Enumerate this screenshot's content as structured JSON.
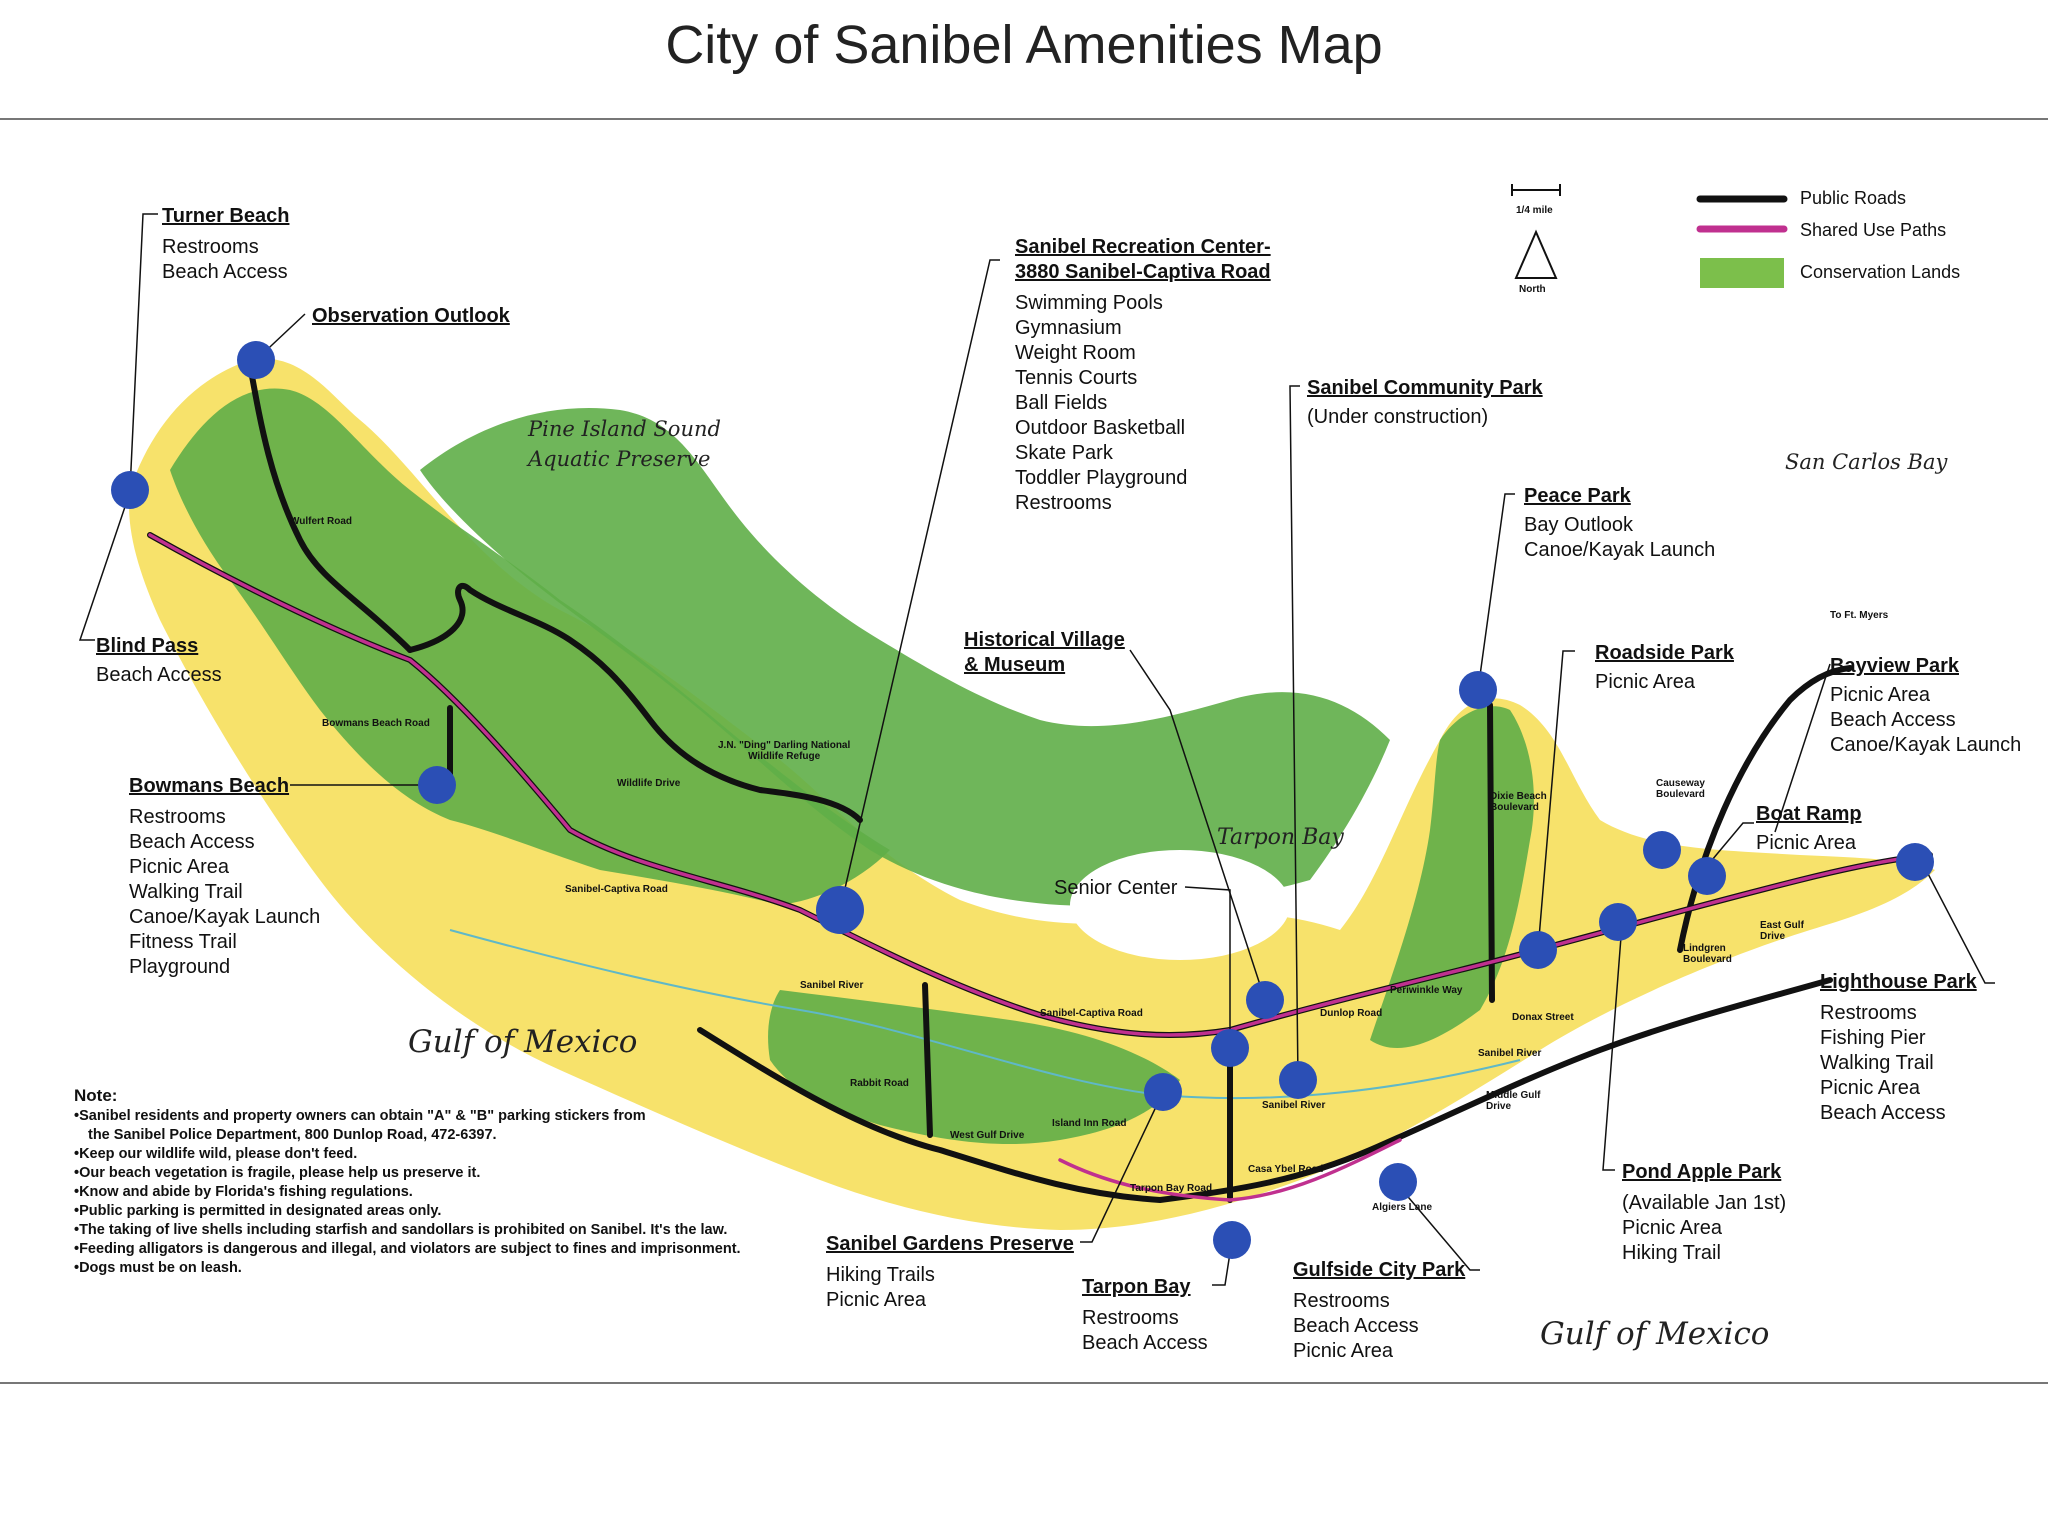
{
  "title": "City of Sanibel Amenities Map",
  "legend": {
    "scale_label": "1/4 mile",
    "north_label": "North",
    "items": [
      {
        "label": "Public Roads",
        "color": "#111111"
      },
      {
        "label": "Shared Use Paths",
        "color": "#c0308f"
      },
      {
        "label": "Conservation Lands",
        "color": "#7cbf4b"
      }
    ]
  },
  "colors": {
    "island_fill": "#f7e26b",
    "conservation_fill": "#5fae48",
    "road": "#111111",
    "shared_path": "#c0308f",
    "marker": "#2b4fb5",
    "river": "#5fb8c8"
  },
  "water_labels": {
    "pine_island": [
      "Pine Island Sound",
      "Aquatic Preserve"
    ],
    "san_carlos": "San Carlos Bay",
    "tarpon_bay": "Tarpon Bay",
    "gulf_left": "Gulf of Mexico",
    "gulf_right": "Gulf of Mexico"
  },
  "amenities": {
    "turner_beach": {
      "name": "Turner Beach",
      "items": [
        "Restrooms",
        "Beach Access"
      ]
    },
    "observation_outlook": {
      "name": "Observation Outlook",
      "items": []
    },
    "blind_pass": {
      "name": "Blind Pass",
      "items": [
        "Beach Access"
      ]
    },
    "bowmans_beach": {
      "name": "Bowmans Beach",
      "items": [
        "Restrooms",
        "Beach Access",
        "Picnic Area",
        "Walking Trail",
        "Canoe/Kayak Launch",
        "Fitness Trail",
        "Playground"
      ]
    },
    "recreation_center": {
      "name": [
        "Sanibel Recreation Center-",
        "3880 Sanibel-Captiva Road"
      ],
      "items": [
        "Swimming Pools",
        "Gymnasium",
        "Weight Room",
        "Tennis Courts",
        "Ball Fields",
        "Outdoor Basketball",
        "Skate Park",
        "Toddler Playground",
        "Restrooms"
      ]
    },
    "community_park": {
      "name": "Sanibel Community Park",
      "items": [
        "(Under construction)"
      ]
    },
    "peace_park": {
      "name": "Peace Park",
      "items": [
        "Bay Outlook",
        "Canoe/Kayak Launch"
      ]
    },
    "historical_village": {
      "name": [
        "Historical Village",
        "& Museum"
      ],
      "items": []
    },
    "roadside_park": {
      "name": "Roadside Park",
      "items": [
        "Picnic Area"
      ]
    },
    "bayview_park": {
      "name": "Bayview Park",
      "items": [
        "Picnic Area",
        "Beach Access",
        "Canoe/Kayak Launch"
      ]
    },
    "boat_ramp": {
      "name": "Boat Ramp",
      "items": [
        "Picnic Area"
      ]
    },
    "senior_center": {
      "name": "Senior Center",
      "items": []
    },
    "lighthouse_park": {
      "name": "Lighthouse Park",
      "items": [
        "Restrooms",
        "Fishing Pier",
        "Walking Trail",
        "Picnic Area",
        "Beach Access"
      ]
    },
    "pond_apple_park": {
      "name": "Pond Apple Park",
      "items": [
        "(Available Jan 1st)",
        "Picnic Area",
        "Hiking Trail"
      ]
    },
    "gardens_preserve": {
      "name": "Sanibel Gardens Preserve",
      "items": [
        "Hiking Trails",
        "Picnic Area"
      ]
    },
    "tarpon_bay_beach": {
      "name": "Tarpon Bay",
      "items": [
        "Restrooms",
        "Beach Access"
      ]
    },
    "gulfside_park": {
      "name": "Gulfside City Park",
      "items": [
        "Restrooms",
        "Beach Access",
        "Picnic Area"
      ]
    }
  },
  "road_labels": {
    "wulfert": "Wulfert Road",
    "bowmans": "Bowmans Beach Road",
    "wildlife": "Wildlife Drive",
    "ding_darling": [
      "J.N. \"Ding\" Darling National",
      "Wildlife Refuge"
    ],
    "sancap_left": "Sanibel-Captiva Road",
    "sancap_mid": "Sanibel-Captiva Road",
    "sanibel_river_left": "Sanibel River",
    "rabbit": "Rabbit Road",
    "west_gulf": "West Gulf Drive",
    "island_inn": "Island Inn Road",
    "tarpon_bay_rd": "Tarpon Bay Road",
    "casa_ybel": "Casa Ybel Road",
    "algiers": "Algiers Lane",
    "sanibel_river_mid": "Sanibel River",
    "dunlop": "Dunlop Road",
    "periwinkle": "Periwinkle Way",
    "dixie_beach": [
      "Dixie Beach",
      "Boulevard"
    ],
    "donax": "Donax Street",
    "sanibel_river_right": "Sanibel River",
    "middle_gulf": [
      "Middle Gulf",
      "Drive"
    ],
    "causeway": [
      "Causeway",
      "Boulevard"
    ],
    "lindgren": [
      "Lindgren",
      "Boulevard"
    ],
    "east_gulf": [
      "East Gulf",
      "Drive"
    ],
    "to_ft_myers": "To Ft. Myers"
  },
  "notes": {
    "heading": "Note:",
    "items": [
      [
        "Sanibel residents and property owners can obtain \"A\" & \"B\" parking stickers from",
        "the Sanibel Police Department, 800 Dunlop Road, 472-6397."
      ],
      [
        "Keep our wildlife wild, please don't feed."
      ],
      [
        "Our beach vegetation is fragile, please help us preserve it."
      ],
      [
        "Know and abide by Florida's fishing regulations."
      ],
      [
        "Public parking is permitted in designated areas only."
      ],
      [
        "The taking of live shells including starfish and sandollars is prohibited on Sanibel.  It's the law."
      ],
      [
        "Feeding alligators is dangerous and illegal, and violators are subject to fines and imprisonment."
      ],
      [
        "Dogs must be on leash."
      ]
    ]
  }
}
